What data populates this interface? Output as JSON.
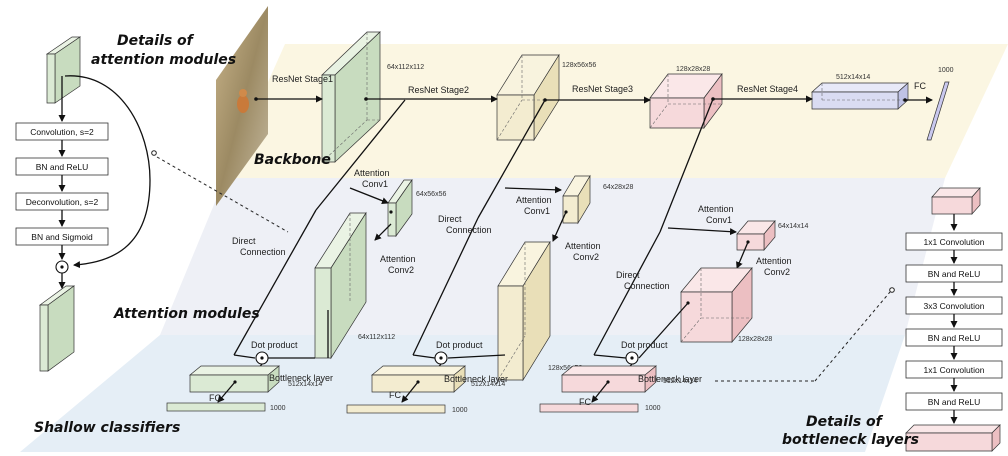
{
  "titles": {
    "attention_details": [
      "Details of",
      "attention modules"
    ],
    "backbone": "Backbone",
    "attention_modules": "Attention modules",
    "shallow": "Shallow classifiers",
    "bottleneck_details": [
      "Details of",
      "bottleneck layers"
    ]
  },
  "colors": {
    "backbone_band": "#fbf6e2",
    "attention_band": "#eef0f6",
    "shallow_band": "#e5eef6",
    "stage1": "#dbead4",
    "stage2": "#f3ecd0",
    "stage3": "#f6d9db",
    "stage4": "#dadcf2"
  },
  "backbone": {
    "stages": [
      {
        "label": "ResNet Stage1",
        "dim": "64x112x112"
      },
      {
        "label": "ResNet Stage2",
        "dim": "128x56x56"
      },
      {
        "label": "ResNet Stage3",
        "dim": "128x28x28"
      },
      {
        "label": "ResNet Stage4",
        "dim": "512x14x14"
      }
    ],
    "fc_label": "FC",
    "fc_dim": "1000"
  },
  "branches": [
    {
      "conv1": "Attention Conv1",
      "conv1_dim": "64x56x56",
      "conv2": "Attention Conv2",
      "conv2_dim": "64x112x112",
      "direct": "Direct Connection",
      "dot": "Dot product",
      "bottleneck": "Bottleneck layer",
      "bott_dim": "512x14x14",
      "fc": "FC",
      "fc_dim": "1000"
    },
    {
      "conv1": "Attention Conv1",
      "conv1_dim": "64x28x28",
      "conv2": "Attention Conv2",
      "conv2_dim": "128x56x56",
      "direct": "Direct Connection",
      "dot": "Dot product",
      "bottleneck": "Bottleneck layer",
      "bott_dim": "512x14x14",
      "fc": "FC",
      "fc_dim": "1000"
    },
    {
      "conv1": "Attention Conv1",
      "conv1_dim": "64x14x14",
      "conv2": "Attention Conv2",
      "conv2_dim": "128x28x28",
      "direct": "Direct Connection",
      "dot": "Dot product",
      "bottleneck": "Bottleneck layer",
      "bott_dim": "512x14x14",
      "fc": "FC",
      "fc_dim": "1000"
    }
  ],
  "attention_detail_steps": [
    "Convolution, s=2",
    "BN and ReLU",
    "Deconvolution, s=2",
    "BN and Sigmoid"
  ],
  "bottleneck_detail_steps": [
    "1x1 Convolution",
    "BN and ReLU",
    "3x3 Convolution",
    "BN and ReLU",
    "1x1 Convolution",
    "BN and ReLU"
  ]
}
